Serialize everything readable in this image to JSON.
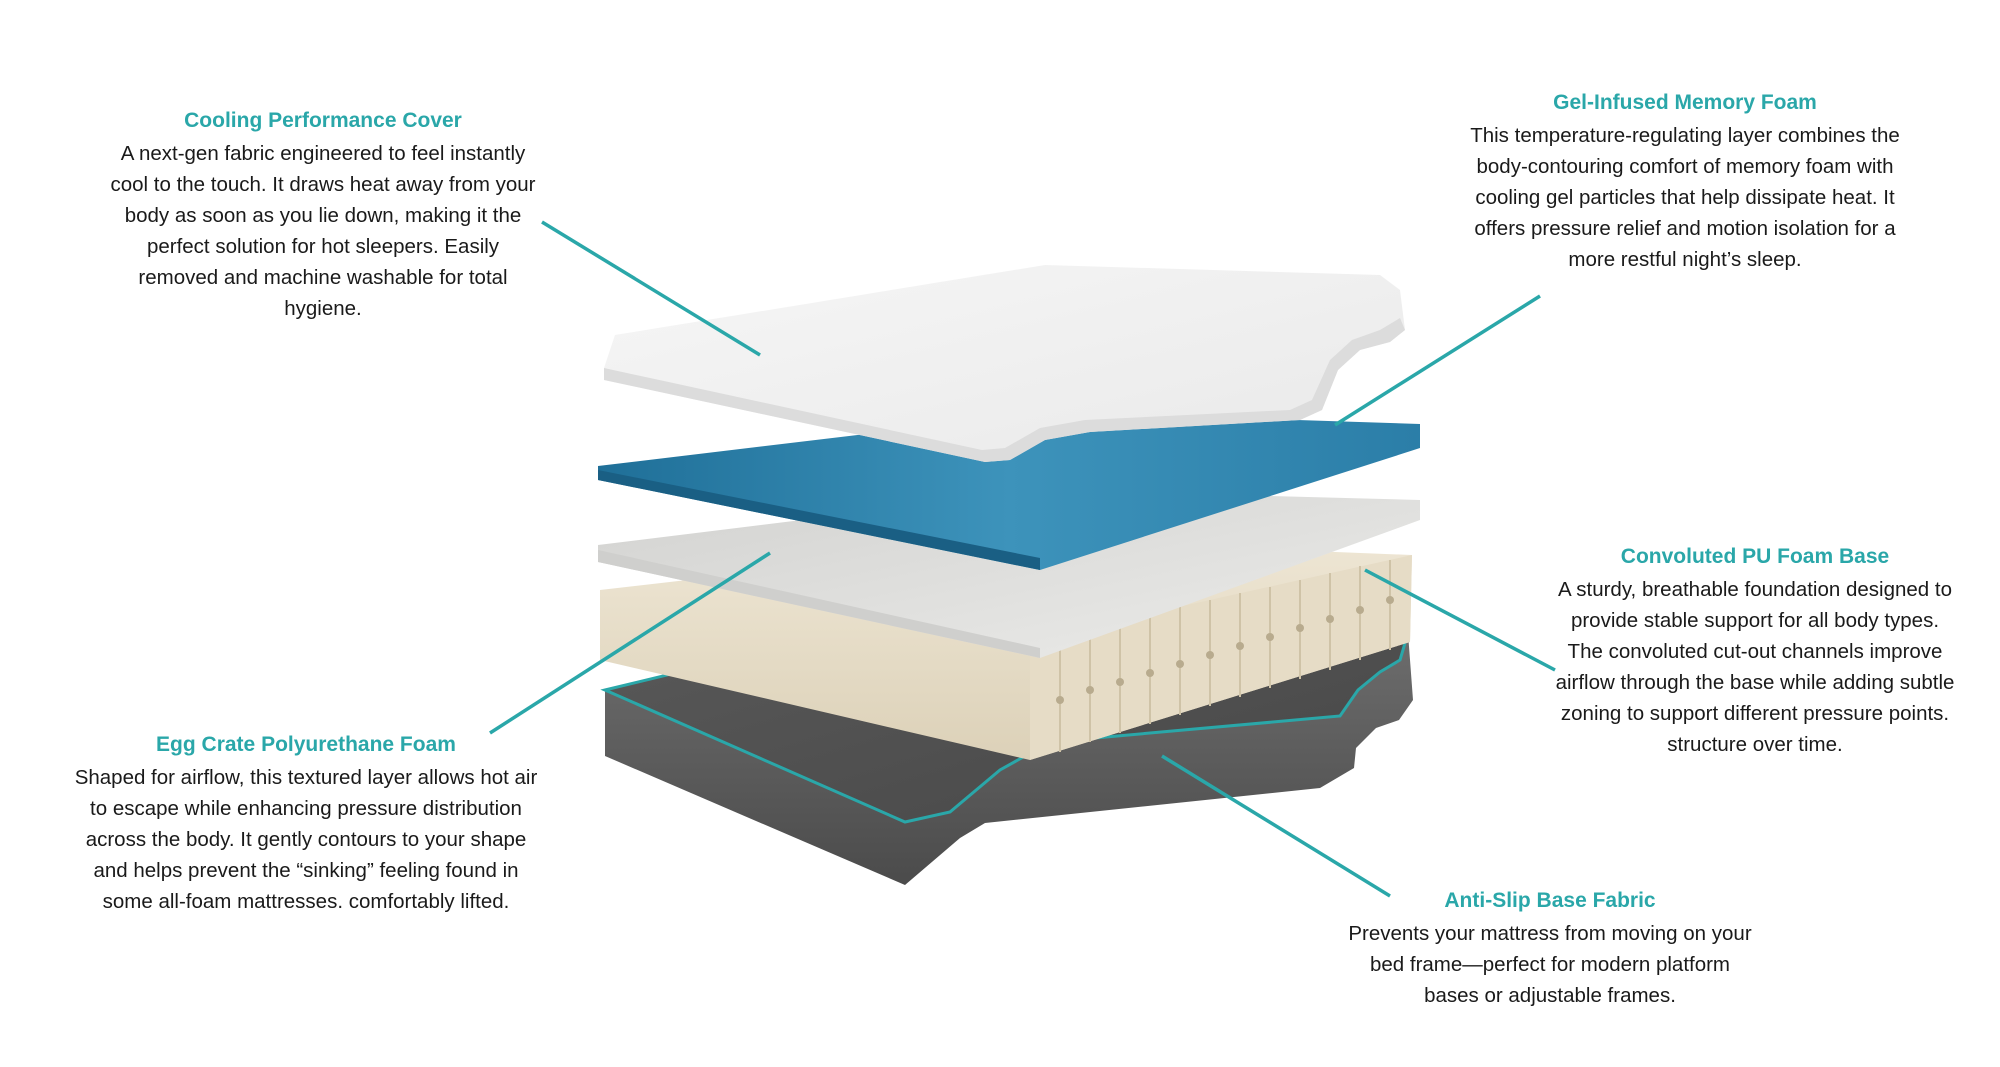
{
  "accent_color": "#2aa7a9",
  "callouts": {
    "cover": {
      "title": "Cooling Performance Cover",
      "text": "A next-gen fabric engineered to feel instantly cool to the touch. It draws heat away from your body as soon as you lie down, making it the perfect solution for hot sleepers. Easily removed and machine washable for total hygiene."
    },
    "gel": {
      "title": "Gel-Infused Memory Foam",
      "text": "This temperature-regulating layer combines the body-contouring comfort of memory foam with cooling gel particles that help dissipate heat. It offers pressure relief and motion isolation for a more restful night’s sleep."
    },
    "egg_crate": {
      "title": "Egg Crate Polyurethane Foam",
      "text": "Shaped for airflow, this textured layer allows hot air to escape while enhancing pressure distribution across the body. It gently contours to your shape and helps prevent the “sinking” feeling found in some all-foam mattresses. comfortably lifted."
    },
    "convoluted": {
      "title": "Convoluted PU Foam Base",
      "text": "A sturdy, breathable foundation designed to provide stable support for all body types. The convoluted cut-out channels improve airflow through the base while adding subtle zoning to support different pressure points. structure over time."
    },
    "anti_slip": {
      "title": "Anti-Slip Base Fabric",
      "text": "Prevents your mattress from moving on your bed frame—perfect for modern platform bases or adjustable frames."
    }
  }
}
